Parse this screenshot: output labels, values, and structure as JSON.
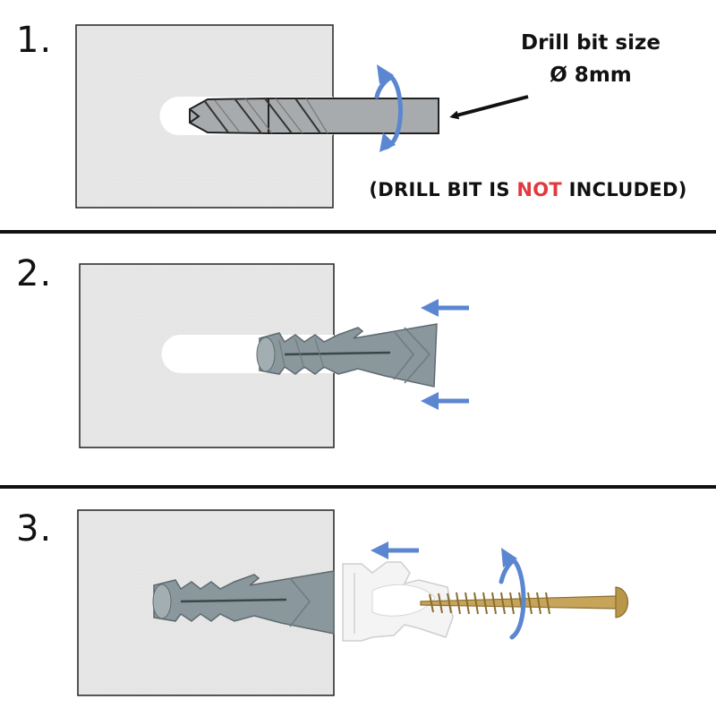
{
  "steps": [
    {
      "number": "1."
    },
    {
      "number": "2."
    },
    {
      "number": "3."
    }
  ],
  "callout": {
    "drill_bit_label": "Drill bit size",
    "drill_bit_size": "Ø 8mm",
    "note_prefix": "(DRILL BIT IS ",
    "note_highlight": "NOT",
    "note_suffix": " INCLUDED)"
  },
  "colors": {
    "wall": "#e6e6e6",
    "wall_border": "#222222",
    "divider": "#111111",
    "arrow_blue": "#5b86d0",
    "anchor_grey": "#8a979c",
    "drill_grey": "#a8abad",
    "note_red": "#e03a3e",
    "clip_white": "#f4f4f4",
    "screw_gold": "#c6a45a"
  },
  "icons": {
    "rotation": "rotation-arrow-icon",
    "push": "push-arrow-icon",
    "pointer": "pointer-arrow-icon"
  }
}
